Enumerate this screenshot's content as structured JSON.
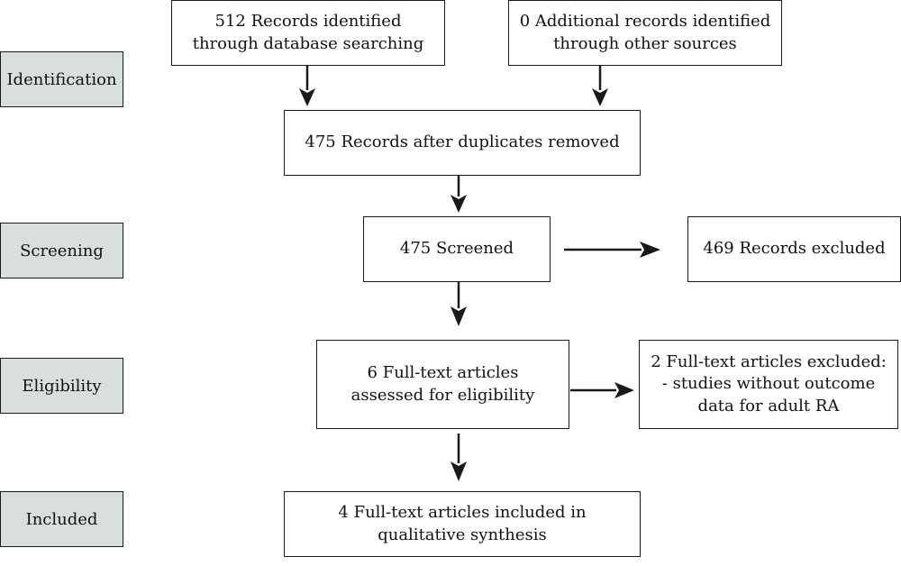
{
  "phases": {
    "identification": "Identification",
    "screening": "Screening",
    "eligibility": "Eligibility",
    "included": "Included"
  },
  "boxes": {
    "database_records": "512 Records identified\nthrough database searching",
    "other_sources": "0 Additional records identified\nthrough other sources",
    "after_duplicates": "475 Records after duplicates removed",
    "screened": "475 Screened",
    "records_excluded": "469 Records excluded",
    "full_text_assessed": "6 Full-text articles\nassessed for eligibility",
    "full_text_excluded": "2 Full-text articles excluded:\n- studies without outcome\ndata for adult RA",
    "included_synthesis": "4 Full-text articles included in\nqualitative synthesis"
  }
}
